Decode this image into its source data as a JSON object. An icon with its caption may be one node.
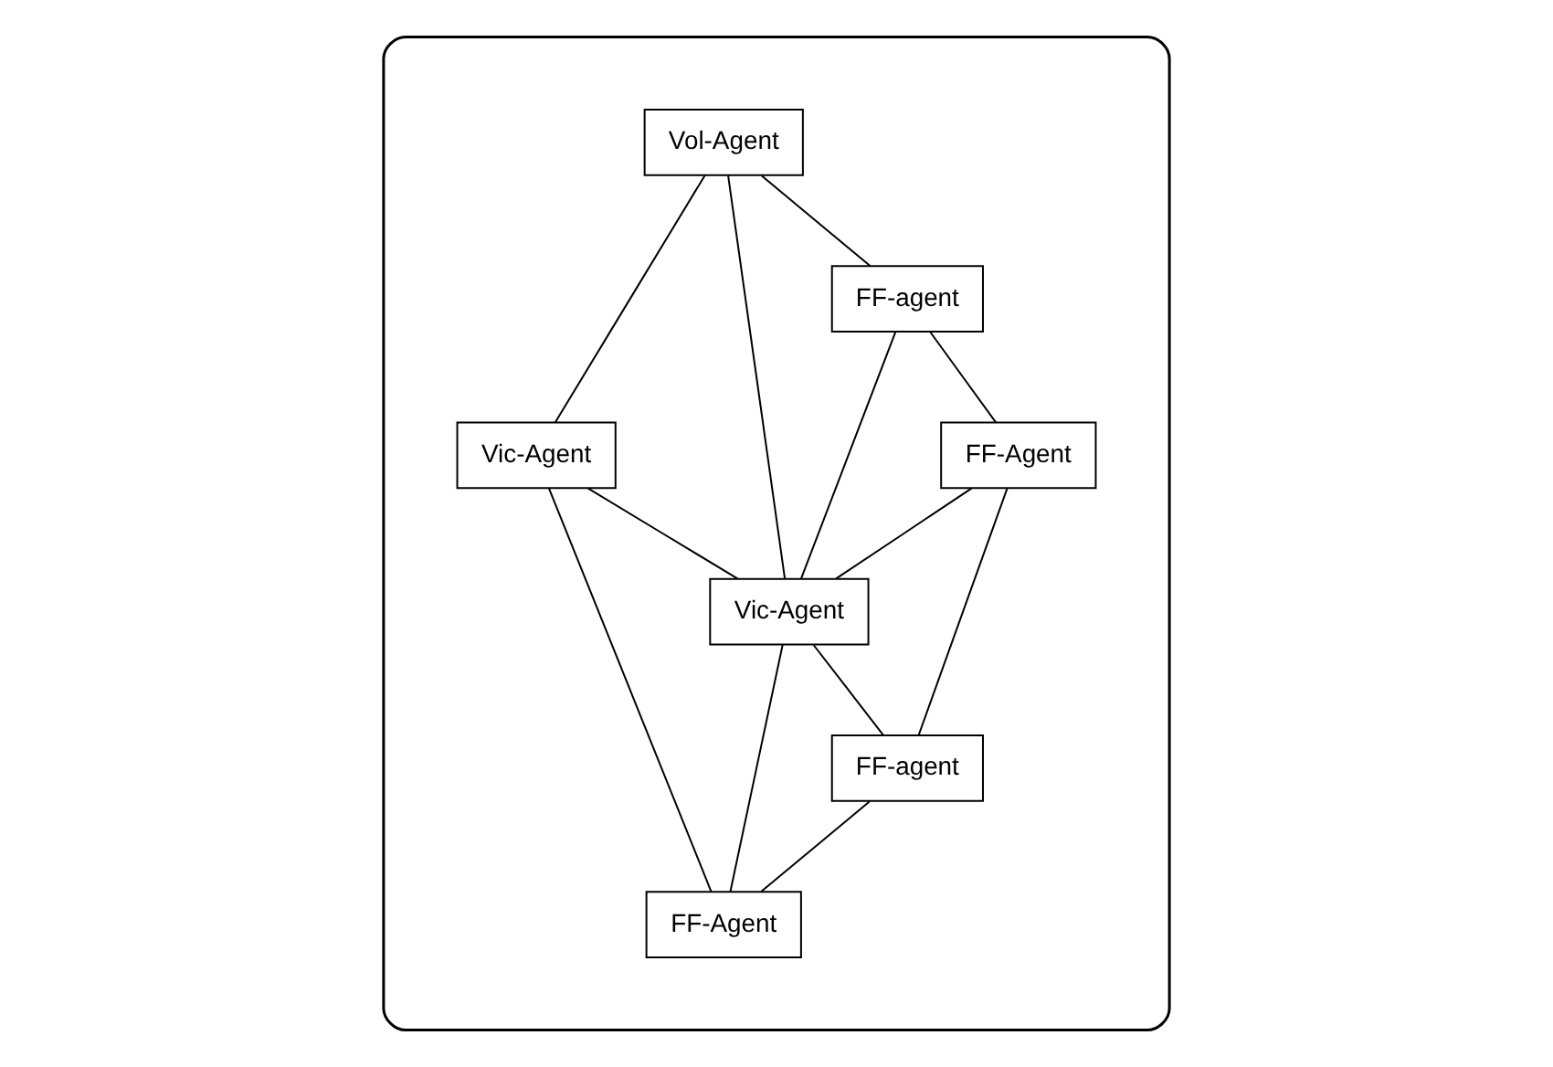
{
  "diagram": {
    "nodes": [
      {
        "text": [],
        "shape": "cloud"
      },
      {
        "text": [
          "Vol-Agent"
        ],
        "in": 0
      },
      {
        "text": [
          "Vic-Agent"
        ],
        "in": 0
      },
      {
        "text": [
          "FF-agent"
        ],
        "in": 0
      },
      {
        "text": [
          "Vic-Agent"
        ],
        "in": 0
      },
      {
        "text": [
          "FF-Agent"
        ],
        "in": 0
      },
      {
        "text": [
          "FF-agent"
        ],
        "in": 0
      },
      {
        "text": [
          "FF-Agent"
        ],
        "in": 0
      }
    ],
    "edges": [
      {
        "from": 1,
        "to": 2,
        "arrow": "none"
      },
      {
        "from": 1,
        "to": 3,
        "arrow": "none"
      },
      {
        "from": 1,
        "to": 4,
        "arrow": "none"
      },
      {
        "from": 2,
        "to": 4,
        "arrow": "none"
      },
      {
        "from": 2,
        "to": 7,
        "arrow": "none"
      },
      {
        "from": 3,
        "to": 4,
        "arrow": "none"
      },
      {
        "from": 3,
        "to": 5,
        "arrow": "none"
      },
      {
        "from": 5,
        "to": 4,
        "arrow": "none"
      },
      {
        "from": 5,
        "to": 6,
        "arrow": "none"
      },
      {
        "from": 4,
        "to": 6,
        "arrow": "none"
      },
      {
        "from": 4,
        "to": 7,
        "arrow": "none"
      },
      {
        "from": 6,
        "to": 7,
        "arrow": "none"
      }
    ]
  }
}
